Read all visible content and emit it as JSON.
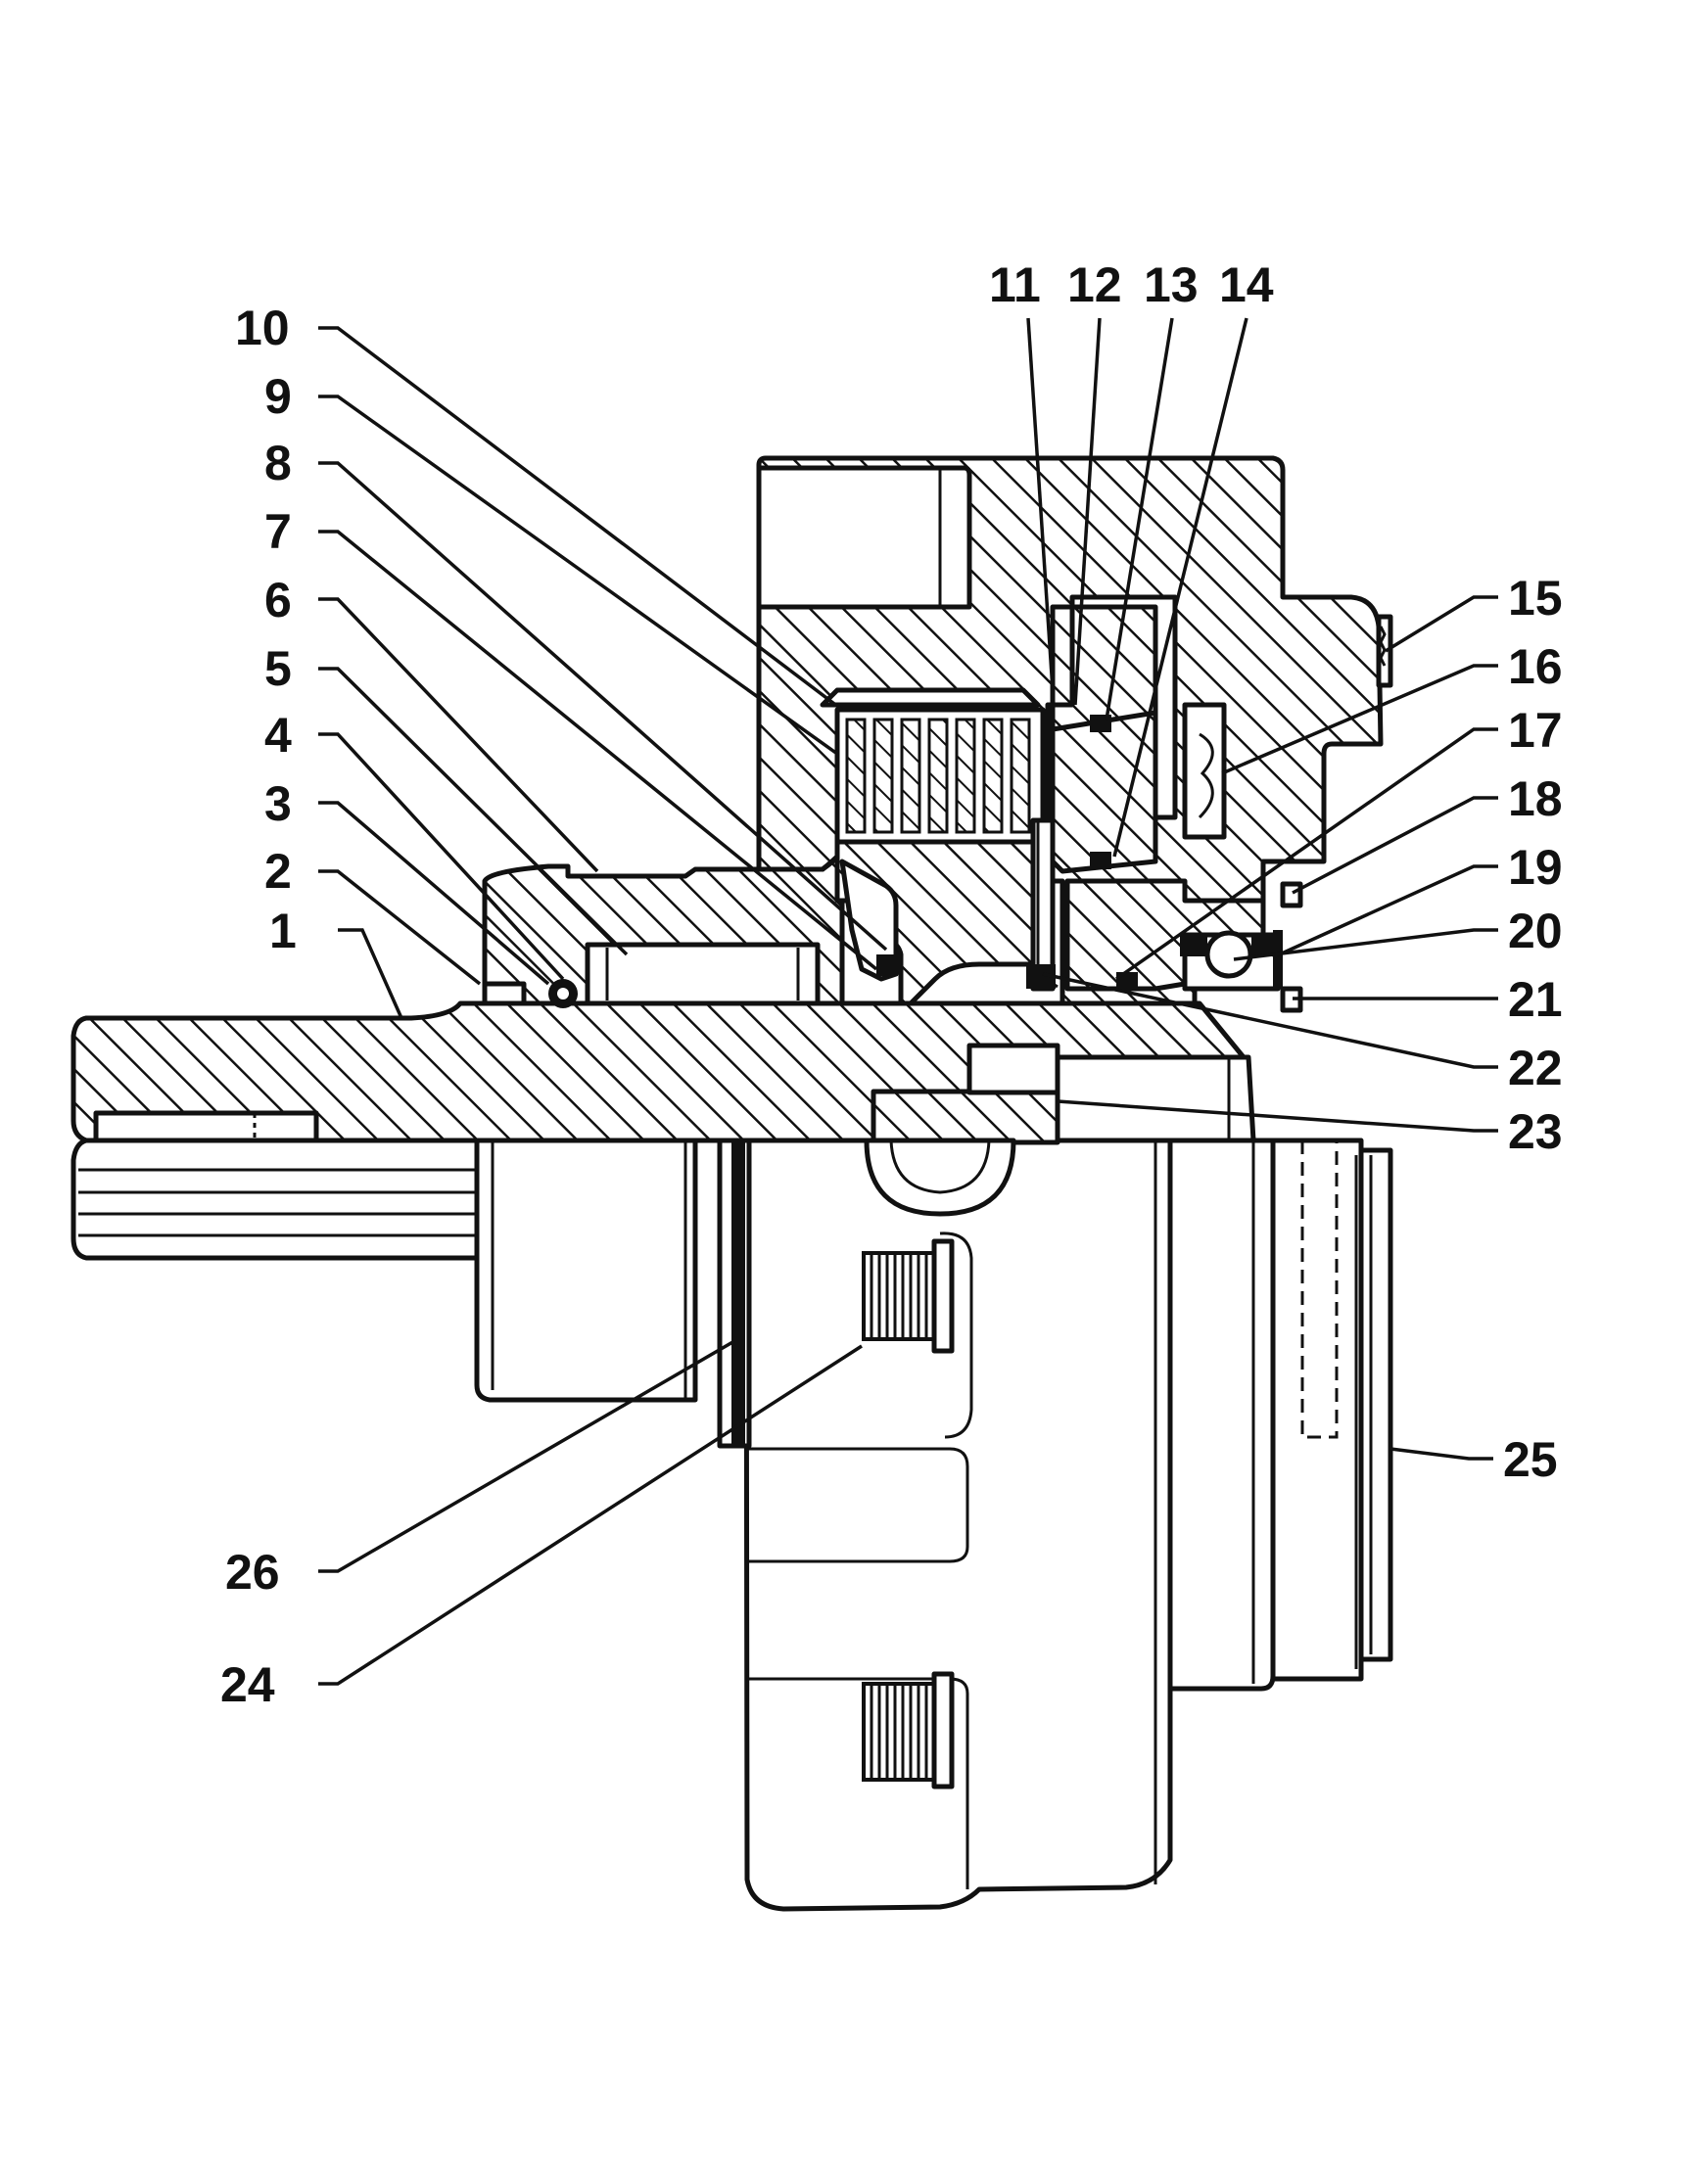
{
  "colors": {
    "ink": "#111111",
    "paper": "#ffffff"
  },
  "callouts": [
    {
      "id": "c1",
      "label": "1"
    },
    {
      "id": "c2",
      "label": "2"
    },
    {
      "id": "c3",
      "label": "3"
    },
    {
      "id": "c4",
      "label": "4"
    },
    {
      "id": "c5",
      "label": "5"
    },
    {
      "id": "c6",
      "label": "6"
    },
    {
      "id": "c7",
      "label": "7"
    },
    {
      "id": "c8",
      "label": "8"
    },
    {
      "id": "c9",
      "label": "9"
    },
    {
      "id": "c10",
      "label": "10"
    },
    {
      "id": "c11",
      "label": "11"
    },
    {
      "id": "c12",
      "label": "12"
    },
    {
      "id": "c13",
      "label": "13"
    },
    {
      "id": "c14",
      "label": "14"
    },
    {
      "id": "c15",
      "label": "15"
    },
    {
      "id": "c16",
      "label": "16"
    },
    {
      "id": "c17",
      "label": "17"
    },
    {
      "id": "c18",
      "label": "18"
    },
    {
      "id": "c19",
      "label": "19"
    },
    {
      "id": "c20",
      "label": "20"
    },
    {
      "id": "c21",
      "label": "21"
    },
    {
      "id": "c22",
      "label": "22"
    },
    {
      "id": "c23",
      "label": "23"
    },
    {
      "id": "c24",
      "label": "24"
    },
    {
      "id": "c25",
      "label": "25"
    },
    {
      "id": "c26",
      "label": "26"
    }
  ]
}
